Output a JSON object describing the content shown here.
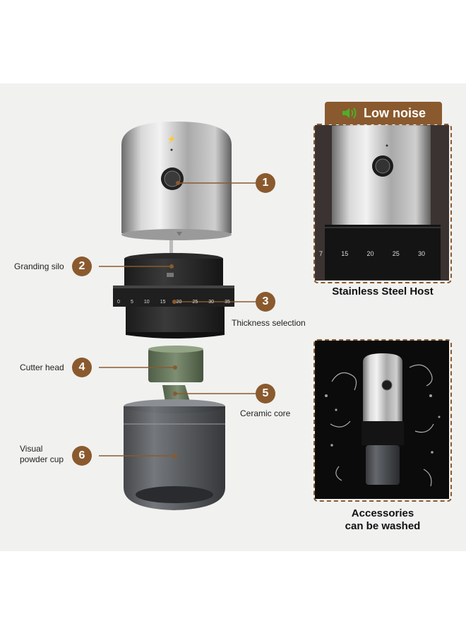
{
  "badge": {
    "text": "Low noise",
    "icon": "speaker-icon"
  },
  "callouts": [
    {
      "num": "1"
    },
    {
      "num": "2",
      "label": "Granding silo"
    },
    {
      "num": "3",
      "label": "Thickness  selection"
    },
    {
      "num": "4",
      "label": "Cutter head"
    },
    {
      "num": "5",
      "label": "Ceramic core"
    },
    {
      "num": "6",
      "label_line1": "Visual",
      "label_line2": "powder cup"
    }
  ],
  "panels": {
    "top_caption": "Stainless Steel Host",
    "bottom_caption_line1": "Accessories",
    "bottom_caption_line2": "can be washed"
  },
  "dial": {
    "ticks": [
      "0",
      "5",
      "10",
      "15",
      "20",
      "25",
      "30",
      "35"
    ],
    "zoom_ticks": [
      "7",
      "15",
      "20",
      "25",
      "30"
    ]
  },
  "colors": {
    "accent": "#8a5a2e",
    "icon_green": "#4caf2a",
    "background": "#f1f1f0"
  }
}
